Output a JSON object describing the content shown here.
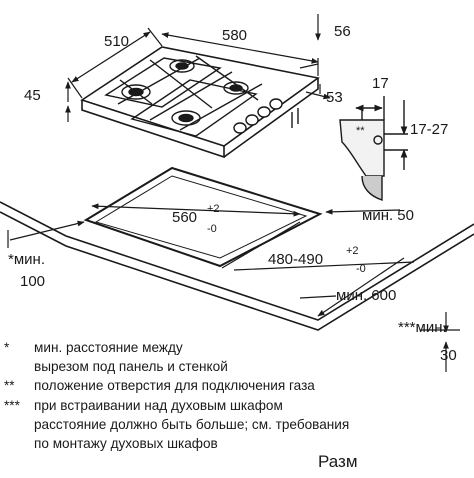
{
  "dimensions": {
    "hob_left_depth": "510",
    "hob_width": "580",
    "hob_right_depth": "56",
    "hob_height": "45",
    "hob_side_height": "53",
    "profile_width": "17",
    "profile_marker": "**",
    "profile_range": "17-27",
    "cutout_width_main": "560",
    "cutout_width_plus": "+2",
    "cutout_width_minus": "-0",
    "cutout_depth_main": "480-490",
    "cutout_depth_plus": "+2",
    "cutout_depth_minus": "-0",
    "min_right_edge": "мин. 50",
    "min_left_label": "*мин.",
    "min_left_value": "100",
    "min_front": "мин. 600",
    "min_wall_label": "***мин.",
    "min_wall_value": "30"
  },
  "notes": [
    {
      "mark": "*",
      "lines": [
        "мин. расстояние между",
        "вырезом под панель и стенкой"
      ]
    },
    {
      "mark": "**",
      "lines": [
        "положение отверстия для подключения газа"
      ]
    },
    {
      "mark": "***",
      "lines": [
        "при встраивании над духовым шкафом",
        "расстояние должно быть больше; см. требования",
        "по монтажу духовых шкафов"
      ]
    }
  ],
  "footer": "Разм"
}
